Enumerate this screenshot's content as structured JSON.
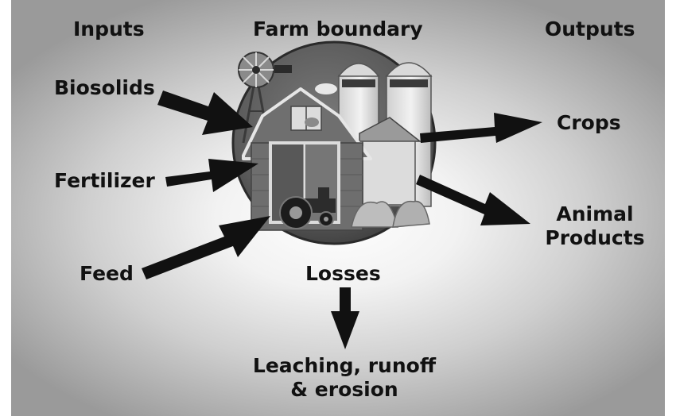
{
  "headers": {
    "inputs": "Inputs",
    "boundary": "Farm boundary",
    "outputs": "Outputs"
  },
  "inputs": {
    "biosolids": "Biosolids",
    "fertilizer": "Fertilizer",
    "feed": "Feed"
  },
  "outputs": {
    "crops": "Crops",
    "animal_line1": "Animal",
    "animal_line2": "Products"
  },
  "losses": {
    "label": "Losses",
    "line1": "Leaching, runoff",
    "line2": "& erosion"
  },
  "colors": {
    "arrow": "#111111",
    "text": "#111111",
    "farm_disc": "#5e5e5e"
  },
  "icons": [
    "barn-icon",
    "silo-icon",
    "windmill-icon",
    "tractor-icon",
    "hay-icon"
  ]
}
